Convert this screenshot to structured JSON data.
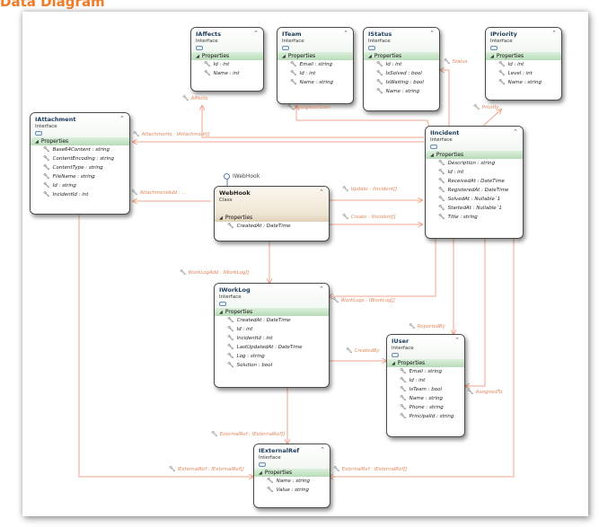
{
  "page_title": "Data Diagram",
  "entities": [
    {
      "name": "IAffects",
      "kind": "Interface",
      "section": "Properties",
      "props": [
        "Id : int",
        "Name : int"
      ]
    },
    {
      "name": "ITeam",
      "kind": "Interface",
      "section": "Properties",
      "props": [
        "Email : string",
        "Id : int",
        "Name : string"
      ]
    },
    {
      "name": "IStatus",
      "kind": "Interface",
      "section": "Properties",
      "props": [
        "Id : int",
        "IsSolved : bool",
        "IsWaiting : bool",
        "Name : string"
      ]
    },
    {
      "name": "IPriority",
      "kind": "Interface",
      "section": "Properties",
      "props": [
        "Id : int",
        "Level : int",
        "Name : string"
      ]
    },
    {
      "name": "IAttachment",
      "kind": "Interface",
      "section": "Properties",
      "props": [
        "Base64Content : string",
        "ContentEncoding : string",
        "ContentType : string",
        "FileName : string",
        "Id : string",
        "IncidentId : int"
      ]
    },
    {
      "name": "IIncident",
      "kind": "Interface",
      "section": "Properties",
      "props": [
        "Description : string",
        "Id : int",
        "ReceivedAt : DateTime",
        "RegisteredAt : DateTime",
        "SolvedAt : Nullable`1",
        "StartedAt : Nullable`1",
        "Title : string"
      ]
    },
    {
      "name": "WebHook",
      "kind": "Class",
      "section": "Properties",
      "props": [
        "CreatedAt : DateTime"
      ]
    },
    {
      "name": "IWorkLog",
      "kind": "Interface",
      "section": "Properties",
      "props": [
        "CreatedAt : DateTime",
        "Id : int",
        "IncidentId : int",
        "LastUpdatedAt : DateTime",
        "Log : string",
        "Solution : bool"
      ]
    },
    {
      "name": "IUser",
      "kind": "Interface",
      "section": "Properties",
      "props": [
        "Email : string",
        "Id : int",
        "IsTeam : bool",
        "Name : string",
        "Phone : string",
        "PrincipalId : string"
      ]
    },
    {
      "name": "IExternalRef",
      "kind": "Interface",
      "section": "Properties",
      "props": [
        "Name : string",
        "Value : string"
      ]
    }
  ],
  "lollipop": "IWebHook",
  "associations": [
    "Affects",
    "AssignedTeam",
    "Status",
    "Priority",
    "Attachments : IAttachment[]",
    "AttachmentAdd : ...",
    "Update : IIncident[]",
    "Create : IIncident[]",
    "WorkLogAdd : IWorkLog[]",
    "WorkLogs : IWorkLog[]",
    "ReportedBy",
    "CreatedBy",
    "AssignedTo",
    "ExternalRef : IExternalRef[]",
    "IExternalRef : IExternalRef[]",
    "ExternalRef : IExternalRef[]"
  ],
  "colors": {
    "title": "#f07c2a",
    "wire": "#f0a58a",
    "label": "#e0855a",
    "iface_band": "#c5e3c5",
    "class_band": "#e5d8bf"
  }
}
